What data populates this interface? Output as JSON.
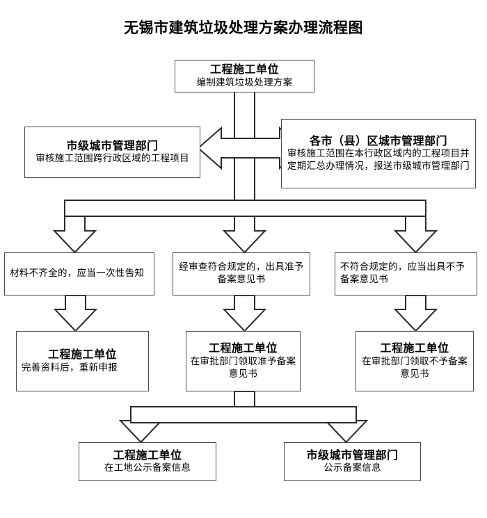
{
  "title": "无锡市建筑垃圾处理方案办理流程图",
  "colors": {
    "stroke": "#4a4a4a",
    "arrow_stroke": "#2b2b2b",
    "background": "#ffffff",
    "text": "#000000"
  },
  "nodes": {
    "top_unit": {
      "heading": "工程施工单位",
      "body": "编制建筑垃圾处理方案"
    },
    "city_dept": {
      "heading": "市级城市管理部门",
      "body": "审核施工范围跨行政区域的工程项目"
    },
    "district_dept": {
      "heading": "各市（县）区城市管理部门",
      "body": "审核施工范围在本行政区域内的工程项目并定期汇总办理情况，报送市级城市管理部门"
    },
    "incomplete": {
      "body": "材料不齐全的，应当一次性告知"
    },
    "approved": {
      "body": "经审查符合规定的，出具准予备案意见书"
    },
    "rejected": {
      "body": "不符合规定的，应当出具不予备案意见书"
    },
    "resubmit": {
      "heading": "工程施工单位",
      "body": "完善资料后，重新申报"
    },
    "collect_approval": {
      "heading": "工程施工单位",
      "body": "在审批部门领取准予备案意见书"
    },
    "collect_rejection": {
      "heading": "工程施工单位",
      "body": "在审批部门领取不予备案意见书"
    },
    "publicize_site": {
      "heading": "工程施工单位",
      "body": "在工地公示备案信息"
    },
    "publicize_dept": {
      "heading": "市级城市管理部门",
      "body": "公示备案信息"
    }
  },
  "connectors": [
    {
      "name": "top-to-split",
      "type": "down-arrow"
    },
    {
      "name": "city-district-bidirectional",
      "type": "double-headed-horizontal-arrow"
    },
    {
      "name": "split-bar-three-way",
      "type": "horizontal-distribution-bar"
    },
    {
      "name": "incomplete-to-resubmit",
      "type": "down-arrow"
    },
    {
      "name": "approved-to-collect",
      "type": "down-arrow"
    },
    {
      "name": "rejected-to-collect",
      "type": "down-arrow"
    },
    {
      "name": "merge-bar-two-way",
      "type": "horizontal-distribution-bar"
    }
  ]
}
